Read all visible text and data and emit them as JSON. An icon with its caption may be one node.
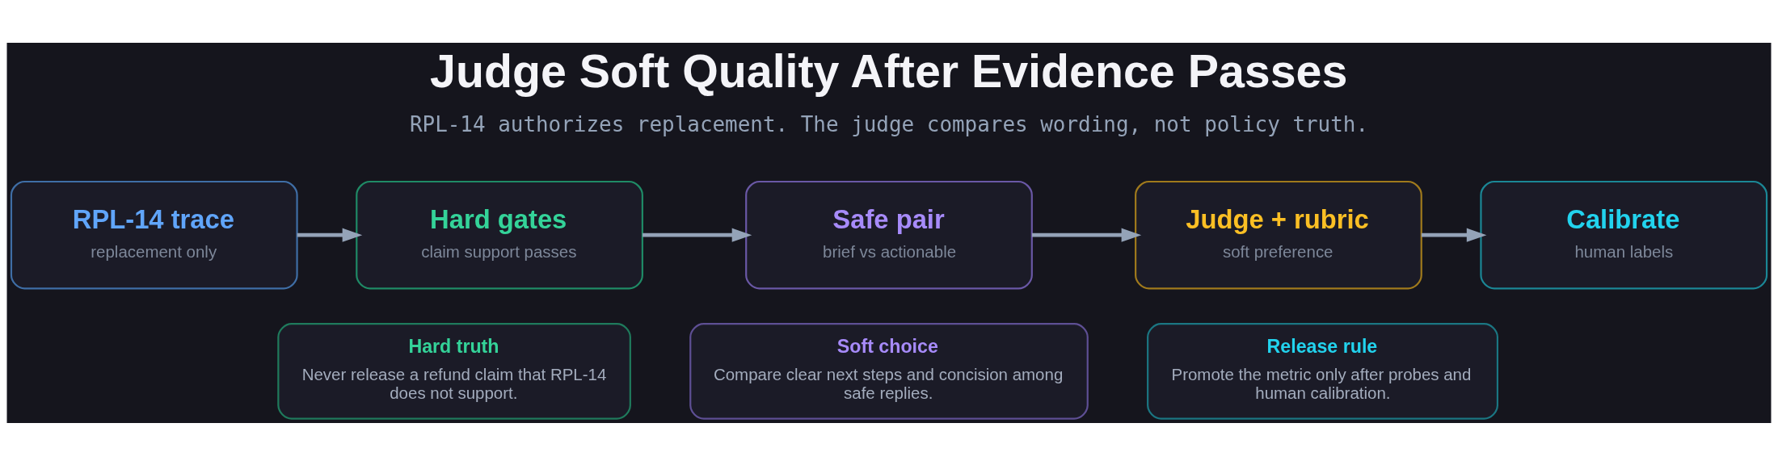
{
  "diagram": {
    "title": "Judge Soft Quality After Evidence Passes",
    "nodes": [
      {
        "text": [
          "RPL-14 trace",
          "replacement only"
        ]
      },
      {
        "text": [
          "Hard gates",
          "claim support passes"
        ]
      },
      {
        "text": [
          "Safe pair",
          "brief vs actionable"
        ]
      },
      {
        "text": [
          "Judge + rubric",
          "soft preference"
        ]
      },
      {
        "text": [
          "Calibrate",
          "human labels"
        ]
      },
      {
        "text": [
          "Hard truth",
          "Never release a refund claim that RPL-14 does not support."
        ]
      },
      {
        "text": [
          "Soft choice",
          "Compare clear next steps and concision among safe replies."
        ]
      },
      {
        "text": [
          "Release rule",
          "Promote the metric only after probes and human calibration."
        ]
      }
    ],
    "edges": [
      {
        "from": 0,
        "to": 1,
        "arrow": "to"
      },
      {
        "from": 1,
        "to": 2,
        "arrow": "to"
      },
      {
        "from": 2,
        "to": 3,
        "arrow": "to"
      },
      {
        "from": 3,
        "to": 4,
        "arrow": "to"
      }
    ],
    "labels": [
      "RPL-14 authorizes replacement. The judge compares wording, not policy truth."
    ]
  }
}
